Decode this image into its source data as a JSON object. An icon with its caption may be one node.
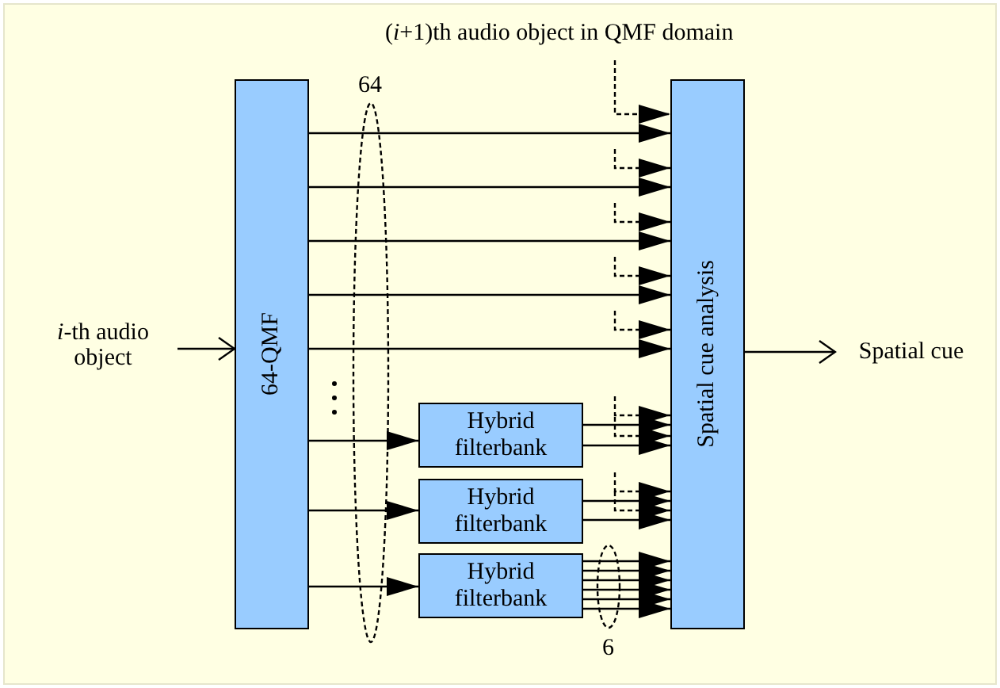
{
  "diagram": {
    "nodes": [
      {
        "text": [
          "*i*-th audio object"
        ]
      },
      {
        "text": [
          "64-QMF"
        ]
      },
      {
        "text": [
          "Hybrid filterbank"
        ]
      },
      {
        "text": [
          "Hybrid filterbank"
        ]
      },
      {
        "text": [
          "Hybrid filterbank"
        ]
      },
      {
        "text": [
          "Spatial cue analysis"
        ]
      },
      {
        "text": [
          "Spatial cue"
        ]
      }
    ],
    "edges": [
      {
        "from": 0,
        "to": 1,
        "arrow": "to"
      },
      {
        "from": 1,
        "to": 5,
        "arrow": "to"
      },
      {
        "from": 1,
        "to": 5,
        "arrow": "to"
      },
      {
        "from": 1,
        "to": 5,
        "arrow": "to"
      },
      {
        "from": 1,
        "to": 5,
        "arrow": "to"
      },
      {
        "from": 1,
        "to": 5,
        "arrow": "to"
      },
      {
        "from": null,
        "to": 5,
        "arrow": "to",
        "style": "dashed"
      },
      {
        "from": null,
        "to": 5,
        "arrow": "to",
        "style": "dashed"
      },
      {
        "from": null,
        "to": 5,
        "arrow": "to",
        "style": "dashed"
      },
      {
        "from": null,
        "to": 5,
        "arrow": "to",
        "style": "dashed"
      },
      {
        "from": null,
        "to": 5,
        "arrow": "to",
        "style": "dashed"
      },
      {
        "from": 1,
        "to": 2,
        "arrow": "to"
      },
      {
        "from": 1,
        "to": 3,
        "arrow": "to"
      },
      {
        "from": 1,
        "to": 4,
        "arrow": "to"
      },
      {
        "from": 2,
        "to": 5,
        "arrow": "to"
      },
      {
        "from": 2,
        "to": 5,
        "arrow": "to"
      },
      {
        "from": null,
        "to": 5,
        "arrow": "to",
        "style": "dashed"
      },
      {
        "from": null,
        "to": 5,
        "arrow": "to",
        "style": "dashed"
      },
      {
        "from": 3,
        "to": 5,
        "arrow": "to"
      },
      {
        "from": 3,
        "to": 5,
        "arrow": "to"
      },
      {
        "from": null,
        "to": 5,
        "arrow": "to",
        "style": "dashed"
      },
      {
        "from": null,
        "to": 5,
        "arrow": "to",
        "style": "dashed"
      },
      {
        "from": 4,
        "to": 5,
        "arrow": "to"
      },
      {
        "from": 4,
        "to": 5,
        "arrow": "to"
      },
      {
        "from": 4,
        "to": 5,
        "arrow": "to"
      },
      {
        "from": 4,
        "to": 5,
        "arrow": "to"
      },
      {
        "from": 4,
        "to": 5,
        "arrow": "to"
      },
      {
        "from": 4,
        "to": 5,
        "arrow": "to"
      },
      {
        "from": 5,
        "to": 6,
        "arrow": "to"
      }
    ],
    "labels": [
      "(*i*+1)th audio object in QMF domain",
      "64",
      "6"
    ]
  }
}
